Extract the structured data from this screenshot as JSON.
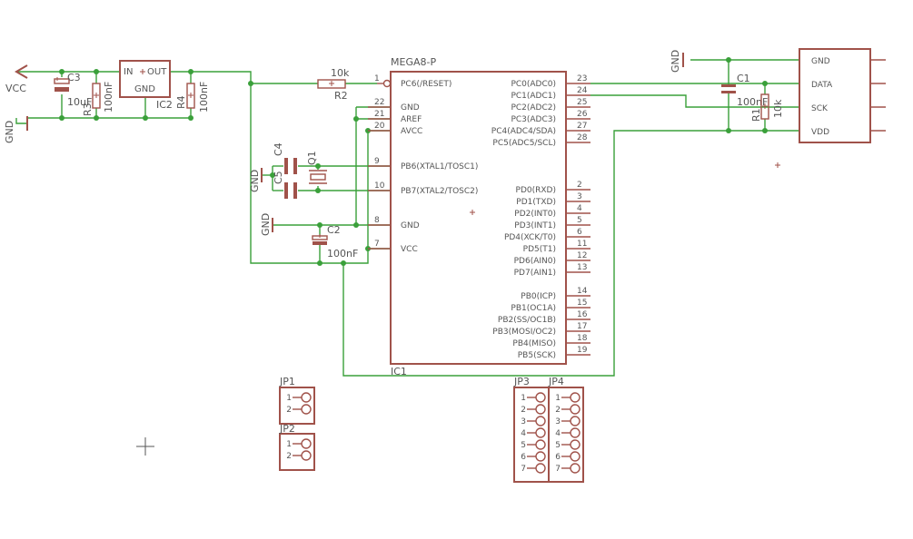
{
  "parts": {
    "vcc": "VCC",
    "gnd": "GND",
    "c3": "C3",
    "c3_val": "10uF",
    "r3": "R3",
    "r3_val": "100nF",
    "ic2": "IC2",
    "ic2_in": "IN",
    "ic2_out": "OUT",
    "ic2_gnd": "GND",
    "r4": "R4",
    "r4_val": "100nF",
    "r2": "R2",
    "r2_val": "10k",
    "c4": "C4",
    "c5": "C5",
    "q1": "Q1",
    "c2": "C2",
    "c2_val": "100nF",
    "ic1": "IC1",
    "ic1_value": "MEGA8-P",
    "c1": "C1",
    "c1_val": "100nF",
    "r1": "R1",
    "r1_val": "10k",
    "jp1": "JP1",
    "jp2": "JP2",
    "jp3": "JP3",
    "jp4": "JP4"
  },
  "ic1_left_pins": [
    {
      "num": "1",
      "name": "PC6(/RESET)"
    },
    {
      "num": "22",
      "name": "GND"
    },
    {
      "num": "21",
      "name": "AREF"
    },
    {
      "num": "20",
      "name": "AVCC"
    },
    {
      "num": "9",
      "name": "PB6(XTAL1/TOSC1)"
    },
    {
      "num": "10",
      "name": "PB7(XTAL2/TOSC2)"
    },
    {
      "num": "8",
      "name": "GND"
    },
    {
      "num": "7",
      "name": "VCC"
    }
  ],
  "ic1_right_pins": [
    {
      "num": "23",
      "name": "PC0(ADC0)"
    },
    {
      "num": "24",
      "name": "PC1(ADC1)"
    },
    {
      "num": "25",
      "name": "PC2(ADC2)"
    },
    {
      "num": "26",
      "name": "PC3(ADC3)"
    },
    {
      "num": "27",
      "name": "PC4(ADC4/SDA)"
    },
    {
      "num": "28",
      "name": "PC5(ADC5/SCL)"
    },
    {
      "num": "2",
      "name": "PD0(RXD)"
    },
    {
      "num": "3",
      "name": "PD1(TXD)"
    },
    {
      "num": "4",
      "name": "PD2(INT0)"
    },
    {
      "num": "5",
      "name": "PD3(INT1)"
    },
    {
      "num": "6",
      "name": "PD4(XCK/T0)"
    },
    {
      "num": "11",
      "name": "PD5(T1)"
    },
    {
      "num": "12",
      "name": "PD6(AIN0)"
    },
    {
      "num": "13",
      "name": "PD7(AIN1)"
    },
    {
      "num": "14",
      "name": "PB0(ICP)"
    },
    {
      "num": "15",
      "name": "PB1(OC1A)"
    },
    {
      "num": "16",
      "name": "PB2(SS/OC1B)"
    },
    {
      "num": "17",
      "name": "PB3(MOSI/OC2)"
    },
    {
      "num": "18",
      "name": "PB4(MISO)"
    },
    {
      "num": "19",
      "name": "PB5(SCK)"
    }
  ],
  "sensor_pins": [
    "GND",
    "DATA",
    "SCK",
    "VDD"
  ],
  "jp_small_pins": [
    "1",
    "2"
  ],
  "jp_large_pins": [
    "1",
    "2",
    "3",
    "4",
    "5",
    "6",
    "7"
  ]
}
